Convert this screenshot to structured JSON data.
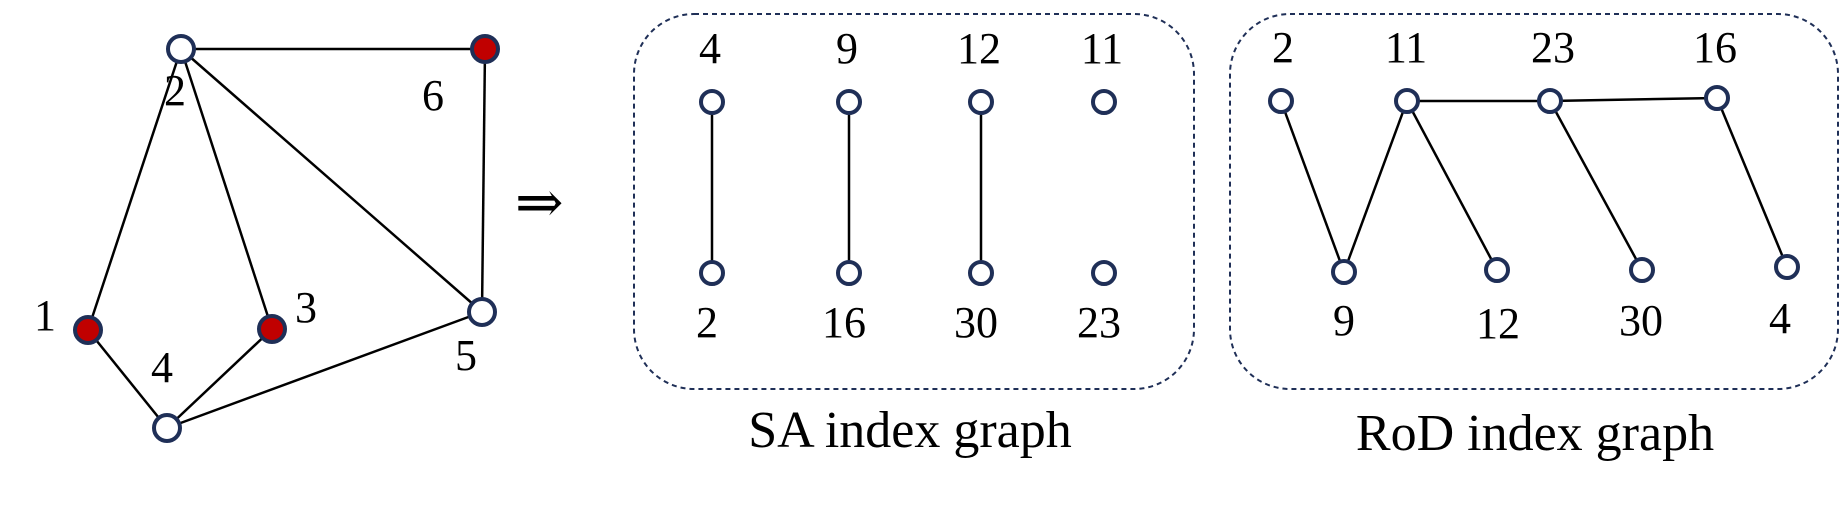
{
  "colors": {
    "node_fill_highlight": "#c00000",
    "node_stroke": "#1f2f57",
    "node_fill_default": "#ffffff",
    "edge": "#000000",
    "panel_border": "#1f2f57"
  },
  "graph": {
    "nodes": [
      {
        "id": "1",
        "label": "1",
        "highlighted": true
      },
      {
        "id": "2",
        "label": "2",
        "highlighted": false
      },
      {
        "id": "3",
        "label": "3",
        "highlighted": true
      },
      {
        "id": "4",
        "label": "4",
        "highlighted": false
      },
      {
        "id": "5",
        "label": "5",
        "highlighted": false
      },
      {
        "id": "6",
        "label": "6",
        "highlighted": true
      }
    ],
    "edges": [
      [
        "2",
        "6"
      ],
      [
        "2",
        "1"
      ],
      [
        "2",
        "3"
      ],
      [
        "2",
        "5"
      ],
      [
        "6",
        "5"
      ],
      [
        "1",
        "4"
      ],
      [
        "4",
        "3"
      ],
      [
        "4",
        "5"
      ]
    ]
  },
  "arrow": "⇒",
  "sa_index": {
    "caption": "SA index graph",
    "columns": [
      {
        "top": "4",
        "bottom": "2",
        "connected": true
      },
      {
        "top": "9",
        "bottom": "16",
        "connected": true
      },
      {
        "top": "12",
        "bottom": "30",
        "connected": true
      },
      {
        "top": "11",
        "bottom": "23",
        "connected": false
      }
    ]
  },
  "rod_index": {
    "caption": "RoD index graph",
    "nodes": [
      {
        "id": "2",
        "label": "2"
      },
      {
        "id": "11",
        "label": "11"
      },
      {
        "id": "23",
        "label": "23"
      },
      {
        "id": "16",
        "label": "16"
      },
      {
        "id": "9",
        "label": "9"
      },
      {
        "id": "12",
        "label": "12"
      },
      {
        "id": "30",
        "label": "30"
      },
      {
        "id": "4",
        "label": "4"
      }
    ],
    "edges": [
      [
        "2",
        "9"
      ],
      [
        "9",
        "11"
      ],
      [
        "11",
        "23"
      ],
      [
        "23",
        "16"
      ],
      [
        "11",
        "12"
      ],
      [
        "23",
        "30"
      ],
      [
        "16",
        "4"
      ]
    ]
  }
}
